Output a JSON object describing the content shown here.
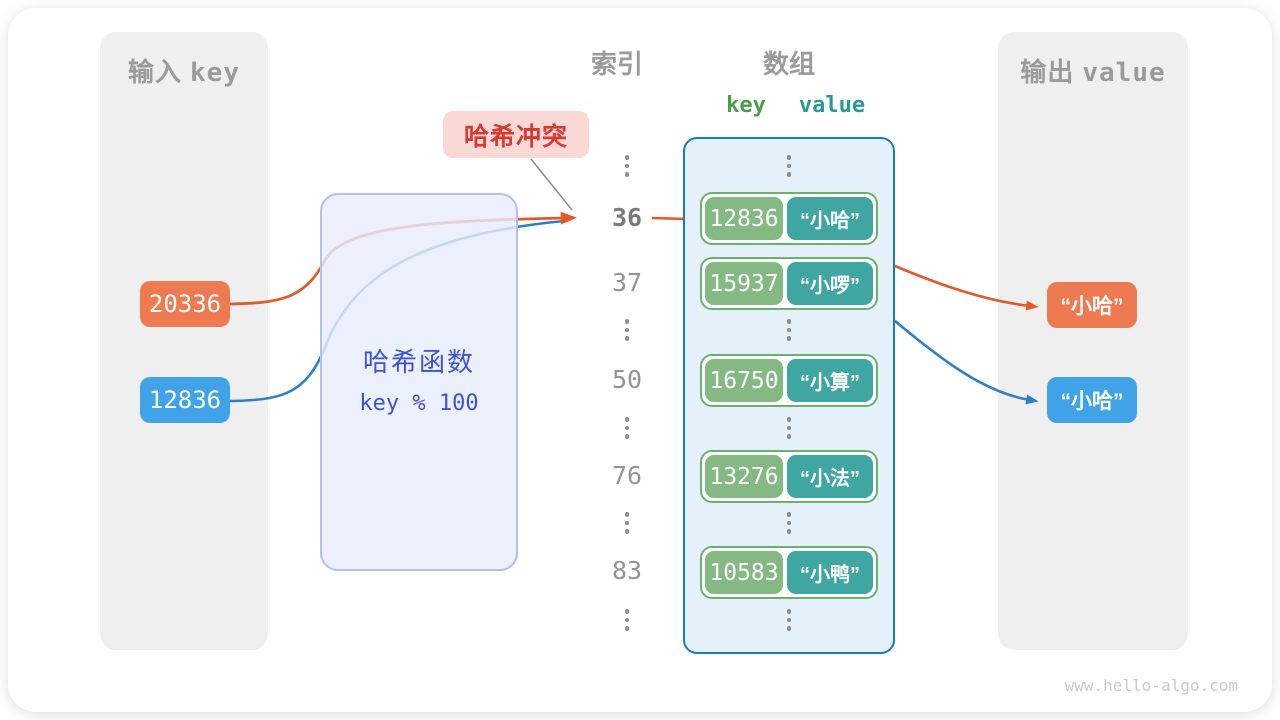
{
  "headers": {
    "input": {
      "zh": "输入",
      "en": "key"
    },
    "index": "索引",
    "array": "数组",
    "output": {
      "zh": "输出",
      "en": "value"
    },
    "kv": {
      "key": "key",
      "value": "value"
    }
  },
  "collision": {
    "label": "哈希冲突"
  },
  "hash_function": {
    "title": "哈希函数",
    "formula": "key % 100"
  },
  "inputs": [
    {
      "value": "20336"
    },
    {
      "value": "12836"
    }
  ],
  "outputs": [
    {
      "value": "“小哈”"
    },
    {
      "value": "“小哈”"
    }
  ],
  "index_column": {
    "labels": [
      "36",
      "37",
      "50",
      "76",
      "83"
    ],
    "emphasized": "36"
  },
  "array_entries": [
    {
      "key": "12836",
      "value": "“小哈”"
    },
    {
      "key": "15937",
      "value": "“小啰”"
    },
    {
      "key": "16750",
      "value": "“小算”"
    },
    {
      "key": "13276",
      "value": "“小法”"
    },
    {
      "key": "10583",
      "value": "“小鸭”"
    }
  ],
  "watermark": "www.hello-algo.com",
  "colors": {
    "orange": "#ee7a51",
    "orange-line": "#e05a2b",
    "orange-light": "#f2b9a4",
    "blue": "#41a3e7",
    "blue-line": "#2f80c3",
    "blue-light": "#a9cbe8",
    "green": "#84b983",
    "teal": "#3fa6a1",
    "entry-border": "#6bb06b",
    "array-border": "#1d78be",
    "array-fill": "#e5f1fa",
    "hash-fill": "rgba(232,236,251,0.82)",
    "hash-border": "#b3bfec",
    "hash-text": "#3d51d8",
    "red-text": "#d63a31",
    "red-bg": "#f9d8d5",
    "panel-bg": "#efefef",
    "header-gray": "#9b9b9b",
    "kv-key": "#4a9e4a",
    "kv-value": "#2b9a93",
    "index-gray": "#949494",
    "index-bold": "#7a7a7a",
    "dots": "#8d8d8d",
    "gray-line": "#8f8f8f",
    "watermark": "#c9c9c9"
  }
}
